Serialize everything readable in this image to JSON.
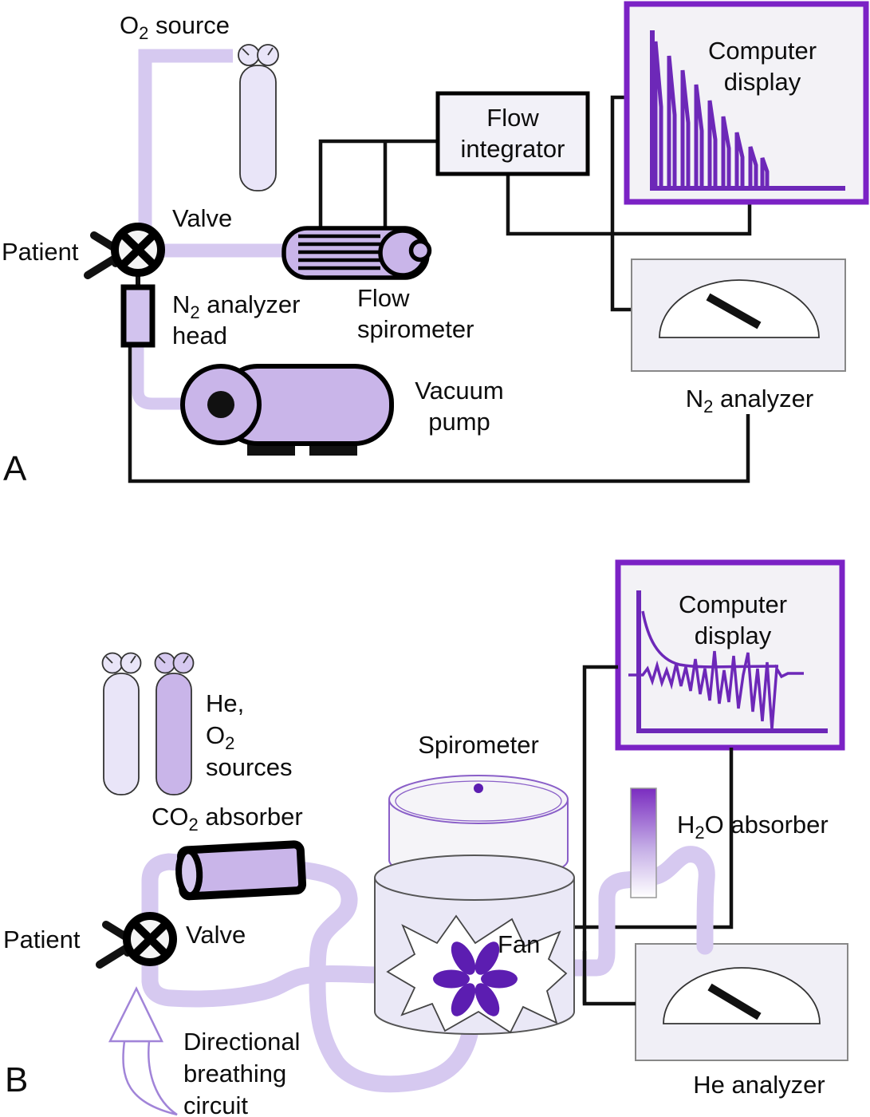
{
  "colors": {
    "tube": "#d6c9f0",
    "component_purple": "#c9b5e9",
    "light_cylinder": "#e9e5f8",
    "deep_purple": "#5c1db1",
    "display_border": "#7b22c5",
    "graph_purple": "#6d28b8",
    "box_fill": "#f2f1f8",
    "ink": "#111111"
  },
  "panel_a": {
    "letter": "A",
    "labels": {
      "o2_source": {
        "pre": "O",
        "sub": "2",
        "post": " source"
      },
      "patient": "Patient",
      "valve": "Valve",
      "flow_integrator": {
        "line1": "Flow",
        "line2": "integrator"
      },
      "computer_display": {
        "line1": "Computer",
        "line2": "display"
      },
      "flow_spirometer": {
        "line1": "Flow",
        "line2": "spirometer"
      },
      "n2_analyzer_head": {
        "line1_pre": "N",
        "line1_sub": "2",
        "line1_post": " analyzer",
        "line2": "head"
      },
      "vacuum_pump": {
        "line1": "Vacuum",
        "line2": "pump"
      },
      "n2_analyzer": {
        "pre": "N",
        "sub": "2",
        "post": " analyzer"
      }
    }
  },
  "panel_b": {
    "letter": "B",
    "labels": {
      "he_o2_sources": {
        "line1": "He,",
        "line2_pre": "O",
        "line2_sub": "2",
        "line3": "sources"
      },
      "co2_absorber": {
        "pre": "CO",
        "sub": "2",
        "post": " absorber"
      },
      "patient": "Patient",
      "valve": "Valve",
      "spirometer": "Spirometer",
      "fan": "Fan",
      "h2o_absorber": {
        "pre": "H",
        "sub": "2",
        "post": "O absorber"
      },
      "computer_display": {
        "line1": "Computer",
        "line2": "display"
      },
      "he_analyzer": "He analyzer",
      "directional_breathing_circuit": {
        "line1": "Directional",
        "line2": "breathing",
        "line3": "circuit"
      }
    }
  }
}
